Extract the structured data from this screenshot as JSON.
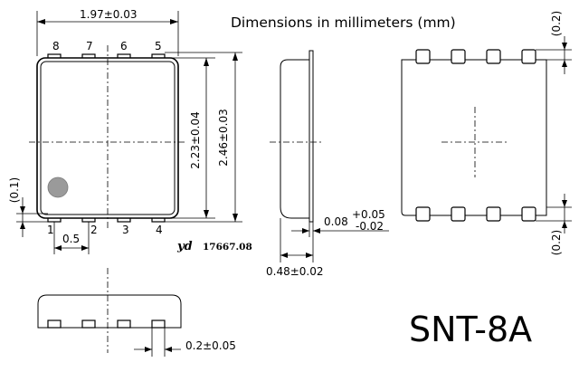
{
  "diagram": {
    "header_note": "Dimensions in millimeters (mm)",
    "package_name": "SNT-8A",
    "drawing_code_prefix": "yd",
    "drawing_code": "17667.08",
    "pin_numbers_top": [
      "8",
      "7",
      "6",
      "5"
    ],
    "pin_numbers_bottom": [
      "1",
      "2",
      "3",
      "4"
    ],
    "dimensions": {
      "body_width": "1.97±0.03",
      "pad_span": "2.23±0.04",
      "overall_length": "2.46±0.03",
      "pin1_marker_offset": "(0.1)",
      "pin_pitch": "0.5",
      "thickness_upper": "+0.05",
      "thickness_lower": "-0.02",
      "thickness_nominal": "0.08",
      "side_height": "0.48±0.02",
      "lead_width": "0.2±0.05",
      "footprint_top_ext": "(0.2)",
      "footprint_bottom_ext": "(0.2)"
    },
    "colors": {
      "ink": "#000000",
      "pin1_dot": "#9a9a9a",
      "background": "#ffffff"
    }
  }
}
